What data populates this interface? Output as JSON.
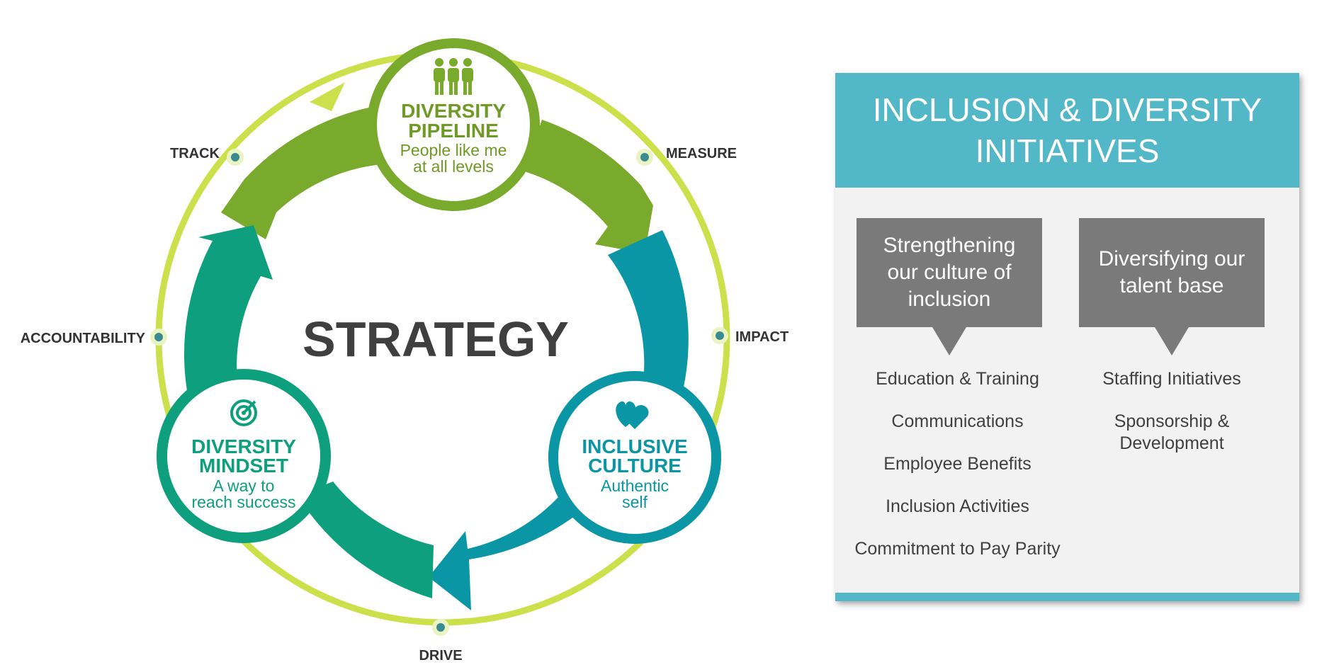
{
  "diagram": {
    "center": "STRATEGY",
    "ring_labels": {
      "track": "TRACK",
      "measure": "MEASURE",
      "accountability": "ACCOUNTABILITY",
      "impact": "IMPACT",
      "drive": "DRIVE"
    },
    "nodes": {
      "pipeline": {
        "title_line1": "DIVERSITY",
        "title_line2": "PIPELINE",
        "sub_line1": "People like me",
        "sub_line2": "at all levels",
        "icon": "people-group-icon"
      },
      "mindset": {
        "title_line1": "DIVERSITY",
        "title_line2": "MINDSET",
        "sub_line1": "A way to",
        "sub_line2": "reach success",
        "icon": "target-icon"
      },
      "culture": {
        "title_line1": "INCLUSIVE",
        "title_line2": "CULTURE",
        "sub_line1": "Authentic",
        "sub_line2": "self",
        "icon": "heart-icon"
      }
    },
    "colors": {
      "ring": "#cbe04a",
      "pipeline": "#7aaa2c",
      "mindset": "#0e9f7e",
      "culture": "#0a96a5",
      "ring_dot": "#3a8b8f"
    }
  },
  "panel": {
    "title": "INCLUSION & DIVERSITY INITIATIVES",
    "columns": [
      {
        "heading": "Strengthening our culture of inclusion",
        "items": [
          "Education & Training",
          "Communications",
          "Employee Benefits",
          "Inclusion Activities",
          "Commitment to Pay Parity"
        ]
      },
      {
        "heading": "Diversifying our talent base",
        "items": [
          "Staffing Initiatives",
          "Sponsorship & Development"
        ]
      }
    ],
    "colors": {
      "header": "#52b7c7",
      "callout": "#7a7a7a",
      "background": "#f2f2f2"
    }
  }
}
